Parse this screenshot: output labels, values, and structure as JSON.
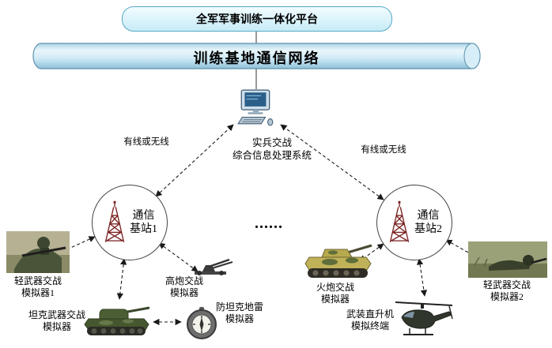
{
  "platform": {
    "label": "全军军事训练一体化平台"
  },
  "network": {
    "label": "训练基地通信网络"
  },
  "processor": {
    "line1": "实兵交战",
    "line2": "综合信息处理系统"
  },
  "links": {
    "left_label": "有线或无线",
    "right_label": "有线或无线"
  },
  "stations": {
    "s1": {
      "line1": "通信",
      "line2": "基站1"
    },
    "s2": {
      "line1": "通信",
      "line2": "基站2"
    }
  },
  "dots": "......",
  "nodes": {
    "light_weapon_1": {
      "line1": "轻武器交战",
      "line2": "模拟器1"
    },
    "aa_gun": {
      "line1": "高炮交战",
      "line2": "模拟器"
    },
    "tank": {
      "line1": "坦克武器交战",
      "line2": "模拟器"
    },
    "mine": {
      "line1": "防坦克地雷",
      "line2": "模拟器"
    },
    "artillery": {
      "line1": "火炮交战",
      "line2": "模拟器"
    },
    "helicopter": {
      "line1": "武装直升机",
      "line2": "模拟终端"
    },
    "light_weapon_2": {
      "line1": "轻武器交战",
      "line2": "模拟器2"
    }
  },
  "icons": {
    "computer": "computer-icon",
    "tower": "radio-tower-icon"
  },
  "colors": {
    "box_fill": "#d9f3fb",
    "box_border": "#58a7c4",
    "cylinder_fill": "#bfe0ef",
    "cylinder_border": "#5d92ab",
    "tower": "#7a1f1f",
    "arrow": "#1a1a1a"
  }
}
